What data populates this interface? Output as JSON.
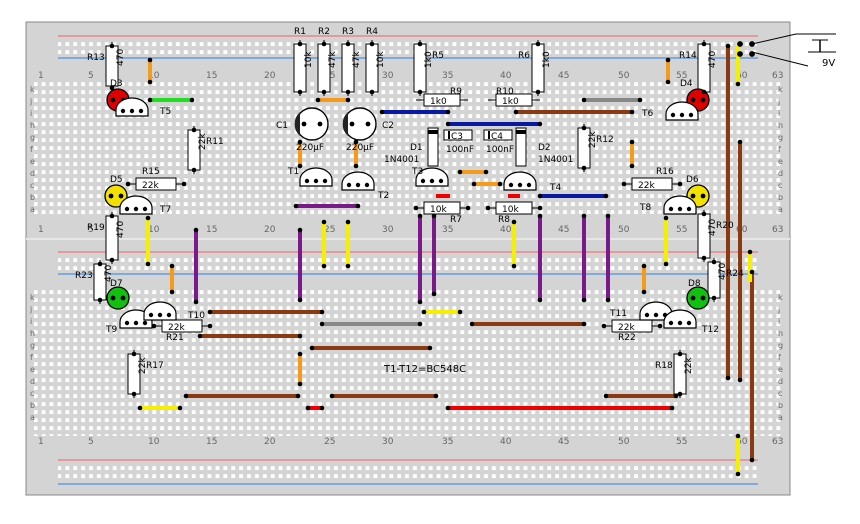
{
  "title": "T1-T12=BC548C",
  "supply": "9V",
  "column_numbers": [
    "1",
    "5",
    "10",
    "15",
    "20",
    "25",
    "30",
    "35",
    "40",
    "45",
    "50",
    "55",
    "60",
    "63"
  ],
  "row_letters_top": [
    "k",
    "j",
    "i",
    "h",
    "g",
    "f",
    "e",
    "d",
    "c",
    "b",
    "a"
  ],
  "row_letters_bottom": [
    "k",
    "j",
    "i",
    "h",
    "g",
    "f",
    "e",
    "d",
    "c",
    "b",
    "a"
  ],
  "resistors_vertical": [
    {
      "ref": "R13",
      "value": "470"
    },
    {
      "ref": "R1",
      "value": "10k"
    },
    {
      "ref": "R2",
      "value": "47k"
    },
    {
      "ref": "R3",
      "value": "47k"
    },
    {
      "ref": "R4",
      "value": "10k"
    },
    {
      "ref": "R5",
      "value": "1k0"
    },
    {
      "ref": "R6",
      "value": "1k0"
    },
    {
      "ref": "R14",
      "value": "470"
    },
    {
      "ref": "R11",
      "value": "22k"
    },
    {
      "ref": "R12",
      "value": "22k"
    },
    {
      "ref": "R19",
      "value": "470"
    },
    {
      "ref": "R20",
      "value": "470"
    },
    {
      "ref": "R23",
      "value": "470"
    },
    {
      "ref": "R24",
      "value": "470"
    },
    {
      "ref": "R17",
      "value": "22k"
    },
    {
      "ref": "R18",
      "value": "22k"
    }
  ],
  "resistors_horizontal": [
    {
      "ref": "R9",
      "value": "1k0"
    },
    {
      "ref": "R10",
      "value": "1k0"
    },
    {
      "ref": "R15",
      "value": "22k"
    },
    {
      "ref": "R16",
      "value": "22k"
    },
    {
      "ref": "R7",
      "value": "10k"
    },
    {
      "ref": "R8",
      "value": "10k"
    },
    {
      "ref": "R21",
      "value": "22k"
    },
    {
      "ref": "R22",
      "value": "22k"
    }
  ],
  "capacitors": [
    {
      "ref": "C1",
      "value": "220µF"
    },
    {
      "ref": "C2",
      "value": "220µF"
    },
    {
      "ref": "C3",
      "value": "100nF"
    },
    {
      "ref": "C4",
      "value": "100nF"
    }
  ],
  "diodes": [
    {
      "ref": "D1",
      "value": "1N4001"
    },
    {
      "ref": "D2",
      "value": "1N4001"
    }
  ],
  "leds": [
    {
      "ref": "D3",
      "color": "#e00000"
    },
    {
      "ref": "D4",
      "color": "#e00000"
    },
    {
      "ref": "D5",
      "color": "#f2e000"
    },
    {
      "ref": "D6",
      "color": "#f2e000"
    },
    {
      "ref": "D7",
      "color": "#11c011"
    },
    {
      "ref": "D8",
      "color": "#11c011"
    }
  ],
  "transistors": [
    "T1",
    "T2",
    "T3",
    "T4",
    "T5",
    "T6",
    "T7",
    "T8",
    "T9",
    "T10",
    "T11",
    "T12"
  ],
  "wire_colors": {
    "orange": "#f59a1a",
    "green": "#22dd22",
    "blue": "#0a1aa0",
    "gray": "#888888",
    "brown": "#8a3a10",
    "purple": "#7a1a8a",
    "yellow": "#f5f000",
    "red": "#ee0000"
  },
  "rail_colors": {
    "red": "#e87a7a",
    "blue": "#4a90e0"
  }
}
